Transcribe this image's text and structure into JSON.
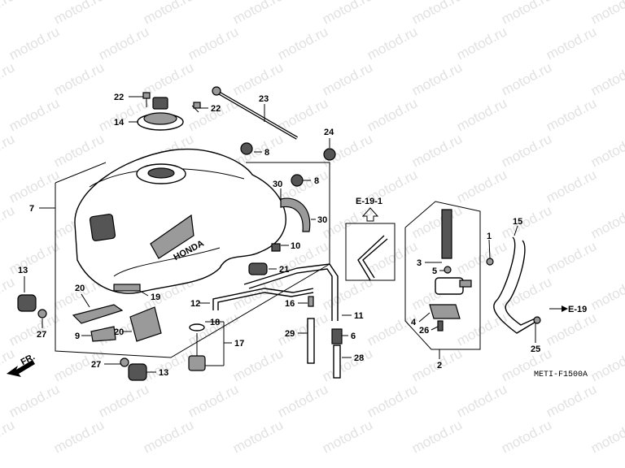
{
  "watermark": "motod.ru",
  "direction": "FR.",
  "references": {
    "top": "E-19-1",
    "right": "E-19"
  },
  "drawing_code": "METI-F1500A",
  "brand_mark": "HONDA",
  "labels": {
    "p1": "1",
    "p2": "2",
    "p3": "3",
    "p4": "4",
    "p5": "5",
    "p6": "6",
    "p7": "7",
    "p8a": "8",
    "p8b": "8",
    "p9": "9",
    "p10": "10",
    "p11": "11",
    "p12": "12",
    "p13a": "13",
    "p13b": "13",
    "p14": "14",
    "p15": "15",
    "p16": "16",
    "p17": "17",
    "p18": "18",
    "p19": "19",
    "p20a": "20",
    "p20b": "20",
    "p21": "21",
    "p22a": "22",
    "p22b": "22",
    "p23": "23",
    "p24": "24",
    "p25": "25",
    "p26": "26",
    "p27a": "27",
    "p27b": "27",
    "p28": "28",
    "p29": "29",
    "p30a": "30",
    "p30b": "30"
  }
}
